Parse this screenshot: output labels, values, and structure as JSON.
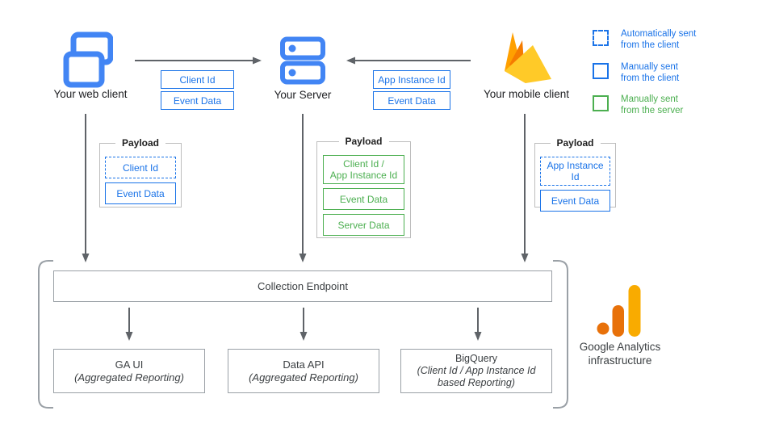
{
  "diagram": {
    "nodes": {
      "web_client": "Your web client",
      "server": "Your Server",
      "mobile_client": "Your mobile client"
    },
    "edge_labels": {
      "web_to_server": [
        "Client Id",
        "Event Data"
      ],
      "mobile_to_server": [
        "App Instance Id",
        "Event Data"
      ]
    },
    "legend": {
      "auto_client": "Automatically sent\nfrom the client",
      "manual_client": "Manually sent\nfrom the client",
      "manual_server": "Manually sent\nfrom the server"
    },
    "payloads": {
      "web": {
        "title": "Payload",
        "items": [
          "Client Id",
          "Event Data"
        ]
      },
      "server": {
        "title": "Payload",
        "items": [
          "Client Id /\nApp Instance Id",
          "Event Data",
          "Server Data"
        ]
      },
      "mobile": {
        "title": "Payload",
        "items": [
          "App Instance Id",
          "Event Data"
        ]
      }
    },
    "infrastructure": {
      "endpoint": "Collection Endpoint",
      "outputs": [
        {
          "title": "GA UI",
          "subtitle": "(Aggregated Reporting)"
        },
        {
          "title": "Data API",
          "subtitle": "(Aggregated Reporting)"
        },
        {
          "title": "BigQuery",
          "subtitle": "(Client Id / App Instance Id\nbased Reporting)"
        }
      ],
      "caption": "Google Analytics\ninfrastructure"
    },
    "colors": {
      "accent_blue": "#1A73E8",
      "icon_blue": "#4285F4",
      "accent_green": "#4CAF50",
      "arrow_gray": "#5F6368",
      "box_border_gray": "#9AA0A6",
      "ga_orange": "#E8710A",
      "ga_amber": "#F9AB00",
      "firebase_yellow": "#FFCA28",
      "firebase_orange": "#FFA000",
      "firebase_deep_orange": "#F57C00"
    }
  }
}
